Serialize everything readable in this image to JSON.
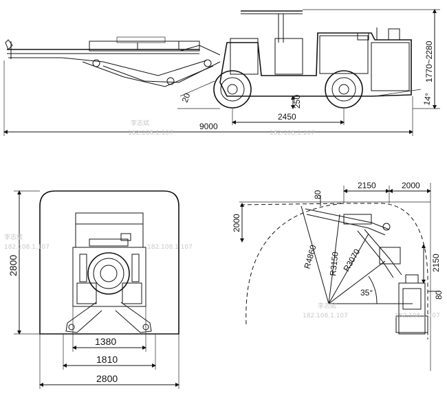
{
  "side_view": {
    "dims": {
      "length": "9000",
      "wheelbase": "2450",
      "height_range": "1770~2280",
      "front_angle": "20",
      "ground_clearance": "250",
      "rear_angle": "14°"
    }
  },
  "front_view": {
    "dims": {
      "section_height": "2800",
      "inner_width": "1380",
      "mid_width": "1810",
      "section_width": "2800"
    }
  },
  "coverage_view": {
    "dims": {
      "top_left": "2150",
      "top_right": "2000",
      "small_80_top": "80",
      "left_height": "2000",
      "r_outer": "R4860",
      "r_mid": "R3150",
      "r_inner": "R3070",
      "angle": "35°",
      "right_height": "2150",
      "small_80_right": "80"
    }
  },
  "watermarks": {
    "name": "李志斌",
    "ip": "182.108.1.107"
  },
  "colors": {
    "line": "#111111",
    "watermark": "#c8c8c8",
    "background": "#ffffff"
  }
}
